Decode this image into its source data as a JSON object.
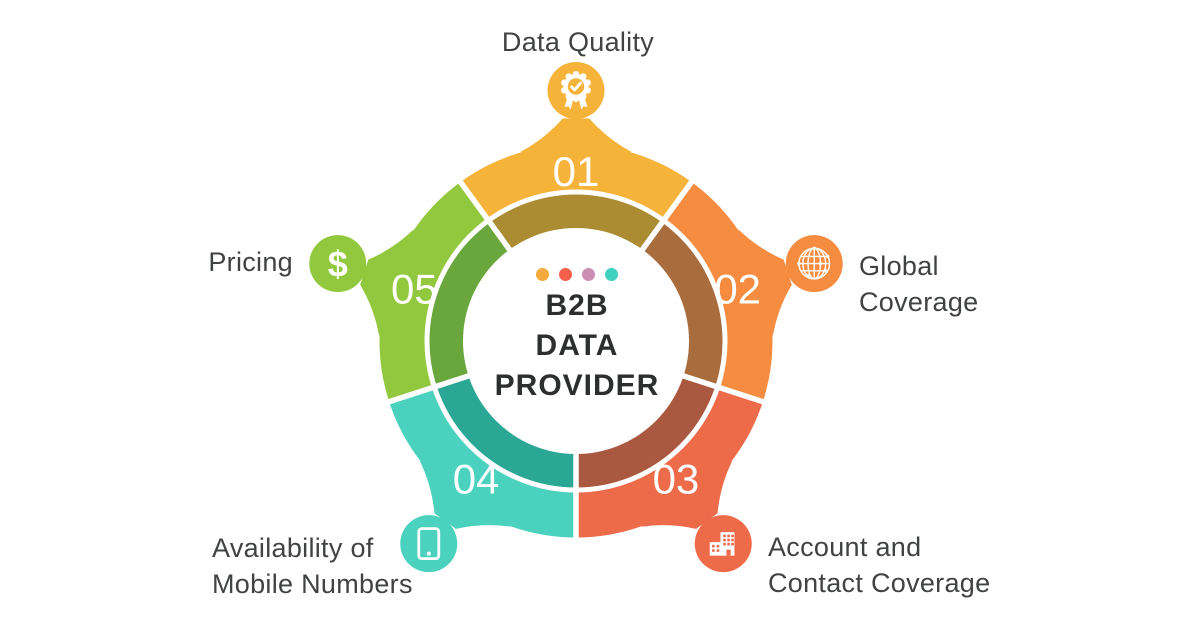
{
  "background": "#ffffff",
  "label_color": "#414242",
  "number_color": "#ffffff",
  "center": {
    "lines": [
      "B2B",
      "DATA",
      "PROVIDER"
    ],
    "text_color": "#2D2E2E",
    "dot_colors": [
      "#F6A93C",
      "#F4604C",
      "#CC8FB4",
      "#3FD0BE"
    ]
  },
  "segments": [
    {
      "number": "01",
      "label_lines": [
        "Data Quality"
      ],
      "color": "#F5B33A",
      "inner_color": "#AC8C33",
      "icon": "award-icon"
    },
    {
      "number": "02",
      "label_lines": [
        "Global",
        "Coverage"
      ],
      "color": "#F68C40",
      "inner_color": "#A86C3D",
      "icon": "globe-icon"
    },
    {
      "number": "03",
      "label_lines": [
        "Account and",
        "Contact Coverage"
      ],
      "color": "#EE6B4A",
      "inner_color": "#AB5840",
      "icon": "building-icon"
    },
    {
      "number": "04",
      "label_lines": [
        "Availability of",
        "Mobile Numbers"
      ],
      "color": "#4BD2BE",
      "inner_color": "#2BA795",
      "icon": "phone-icon"
    },
    {
      "number": "05",
      "label_lines": [
        "Pricing"
      ],
      "color": "#92C83D",
      "inner_color": "#69A73C",
      "icon": "dollar-icon"
    }
  ]
}
